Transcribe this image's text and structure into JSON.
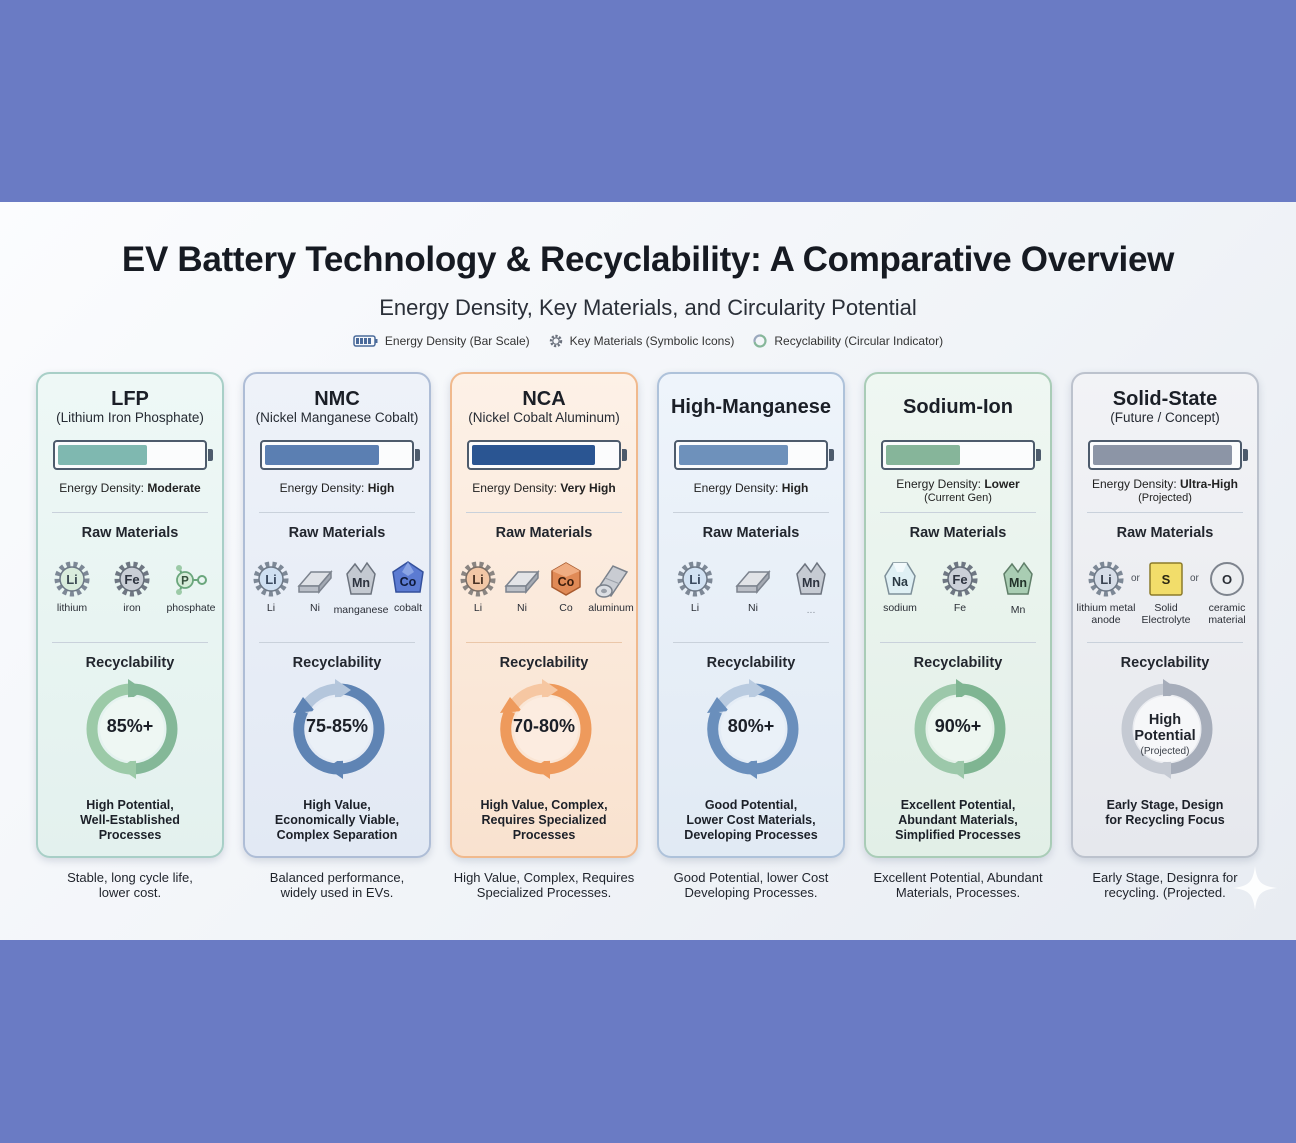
{
  "title": "EV Battery Technology & Recyclability: A Comparative Overview",
  "subtitle": "Energy Density, Key Materials, and Circularity Potential",
  "legend": {
    "energy": "Energy Density (Bar Scale)",
    "materials": "Key Materials (Symbolic Icons)",
    "recyclability": "Recyclability (Circular Indicator)"
  },
  "section_labels": {
    "raw": "Raw Materials",
    "recyclability": "Recyclability"
  },
  "ed_prefix": "Energy Density: ",
  "connector_or": "or",
  "cards": [
    {
      "name": "LFP",
      "full": "(Lithium Iron Phosphate)",
      "density_level": 0.62,
      "density_value": "Moderate",
      "density_note": "",
      "materials": [
        {
          "symbol": "Li",
          "label": "lithium"
        },
        {
          "symbol": "Fe",
          "label": "iron"
        },
        {
          "symbol": "P",
          "label": "phosphate"
        }
      ],
      "recyclability": "85%+",
      "rec_desc": [
        "High Potential,",
        "Well-Established",
        "Processes"
      ],
      "footer": [
        "Stable, long cycle life,",
        "lower cost."
      ]
    },
    {
      "name": "NMC",
      "full": "(Nickel Manganese Cobalt)",
      "density_level": 0.8,
      "density_value": "High",
      "density_note": "",
      "materials": [
        {
          "symbol": "Li",
          "label": "Li"
        },
        {
          "symbol": "",
          "label": "Ni"
        },
        {
          "symbol": "Mn",
          "label": "manganese"
        },
        {
          "symbol": "Co",
          "label": "cobalt"
        }
      ],
      "recyclability": "75-85%",
      "rec_desc": [
        "High Value,",
        "Economically Viable,",
        "Complex Separation"
      ],
      "footer": [
        "Balanced performance,",
        "widely used in EVs."
      ]
    },
    {
      "name": "NCA",
      "full": "(Nickel Cobalt Aluminum)",
      "density_level": 0.86,
      "density_value": "Very High",
      "density_note": "",
      "materials": [
        {
          "symbol": "Li",
          "label": "Li"
        },
        {
          "symbol": "",
          "label": "Ni"
        },
        {
          "symbol": "Co",
          "label": "Co"
        },
        {
          "symbol": "",
          "label": "aluminum"
        }
      ],
      "recyclability": "70-80%",
      "rec_desc": [
        "High Value, Complex,",
        "Requires Specialized",
        "Processes"
      ],
      "footer": [
        "High Value, Complex, Requires",
        "Specialized Processes."
      ]
    },
    {
      "name": "High-Manganese",
      "full": "",
      "density_level": 0.76,
      "density_value": "High",
      "density_note": "",
      "materials": [
        {
          "symbol": "Li",
          "label": "Li"
        },
        {
          "symbol": "",
          "label": "Ni"
        },
        {
          "symbol": "Mn",
          "label": "..."
        }
      ],
      "recyclability": "80%+",
      "rec_desc": [
        "Good Potential,",
        "Lower Cost Materials,",
        "Developing Processes"
      ],
      "footer": [
        "Good Potential, lower Cost",
        "Developing Processes."
      ]
    },
    {
      "name": "Sodium-Ion",
      "full": "",
      "density_level": 0.52,
      "density_value": "Lower",
      "density_note": "(Current Gen)",
      "materials": [
        {
          "symbol": "Na",
          "label": "sodium"
        },
        {
          "symbol": "Fe",
          "label": "Fe"
        },
        {
          "symbol": "Mn",
          "label": "Mn"
        }
      ],
      "recyclability": "90%+",
      "rec_desc": [
        "Excellent Potential,",
        "Abundant Materials,",
        "Simplified Processes"
      ],
      "footer": [
        "Excellent Potential, Abundant",
        "Materials, Processes."
      ]
    },
    {
      "name": "Solid-State",
      "full": "(Future / Concept)",
      "density_level": 0.97,
      "density_value": "Ultra-High",
      "density_note": "(Projected)",
      "materials": [
        {
          "symbol": "Li",
          "label": "lithium metal anode"
        },
        {
          "symbol": "S",
          "label": "Solid Electrolyte"
        },
        {
          "symbol": "O",
          "label": "ceramic material"
        }
      ],
      "recyclability_lines": [
        "High",
        "Potential",
        "(Projected)"
      ],
      "rec_desc": [
        "Early Stage, Design",
        "for Recycling Focus"
      ],
      "footer": [
        "Early Stage, Designra for",
        "recycling. (Projected."
      ]
    }
  ],
  "colors": {
    "lfp": "#7fb8b0",
    "nmc": "#5b7fb2",
    "nca": "#2a5592",
    "hm": "#6e91bb",
    "na": "#86b59a",
    "ss": "#8c95a6",
    "arrow_green": "#84b898",
    "arrow_blue": "#5f84b4",
    "arrow_orange": "#ee9a5c",
    "arrow_gray": "#a9b0bd",
    "card_orange": "#f0b98d"
  }
}
